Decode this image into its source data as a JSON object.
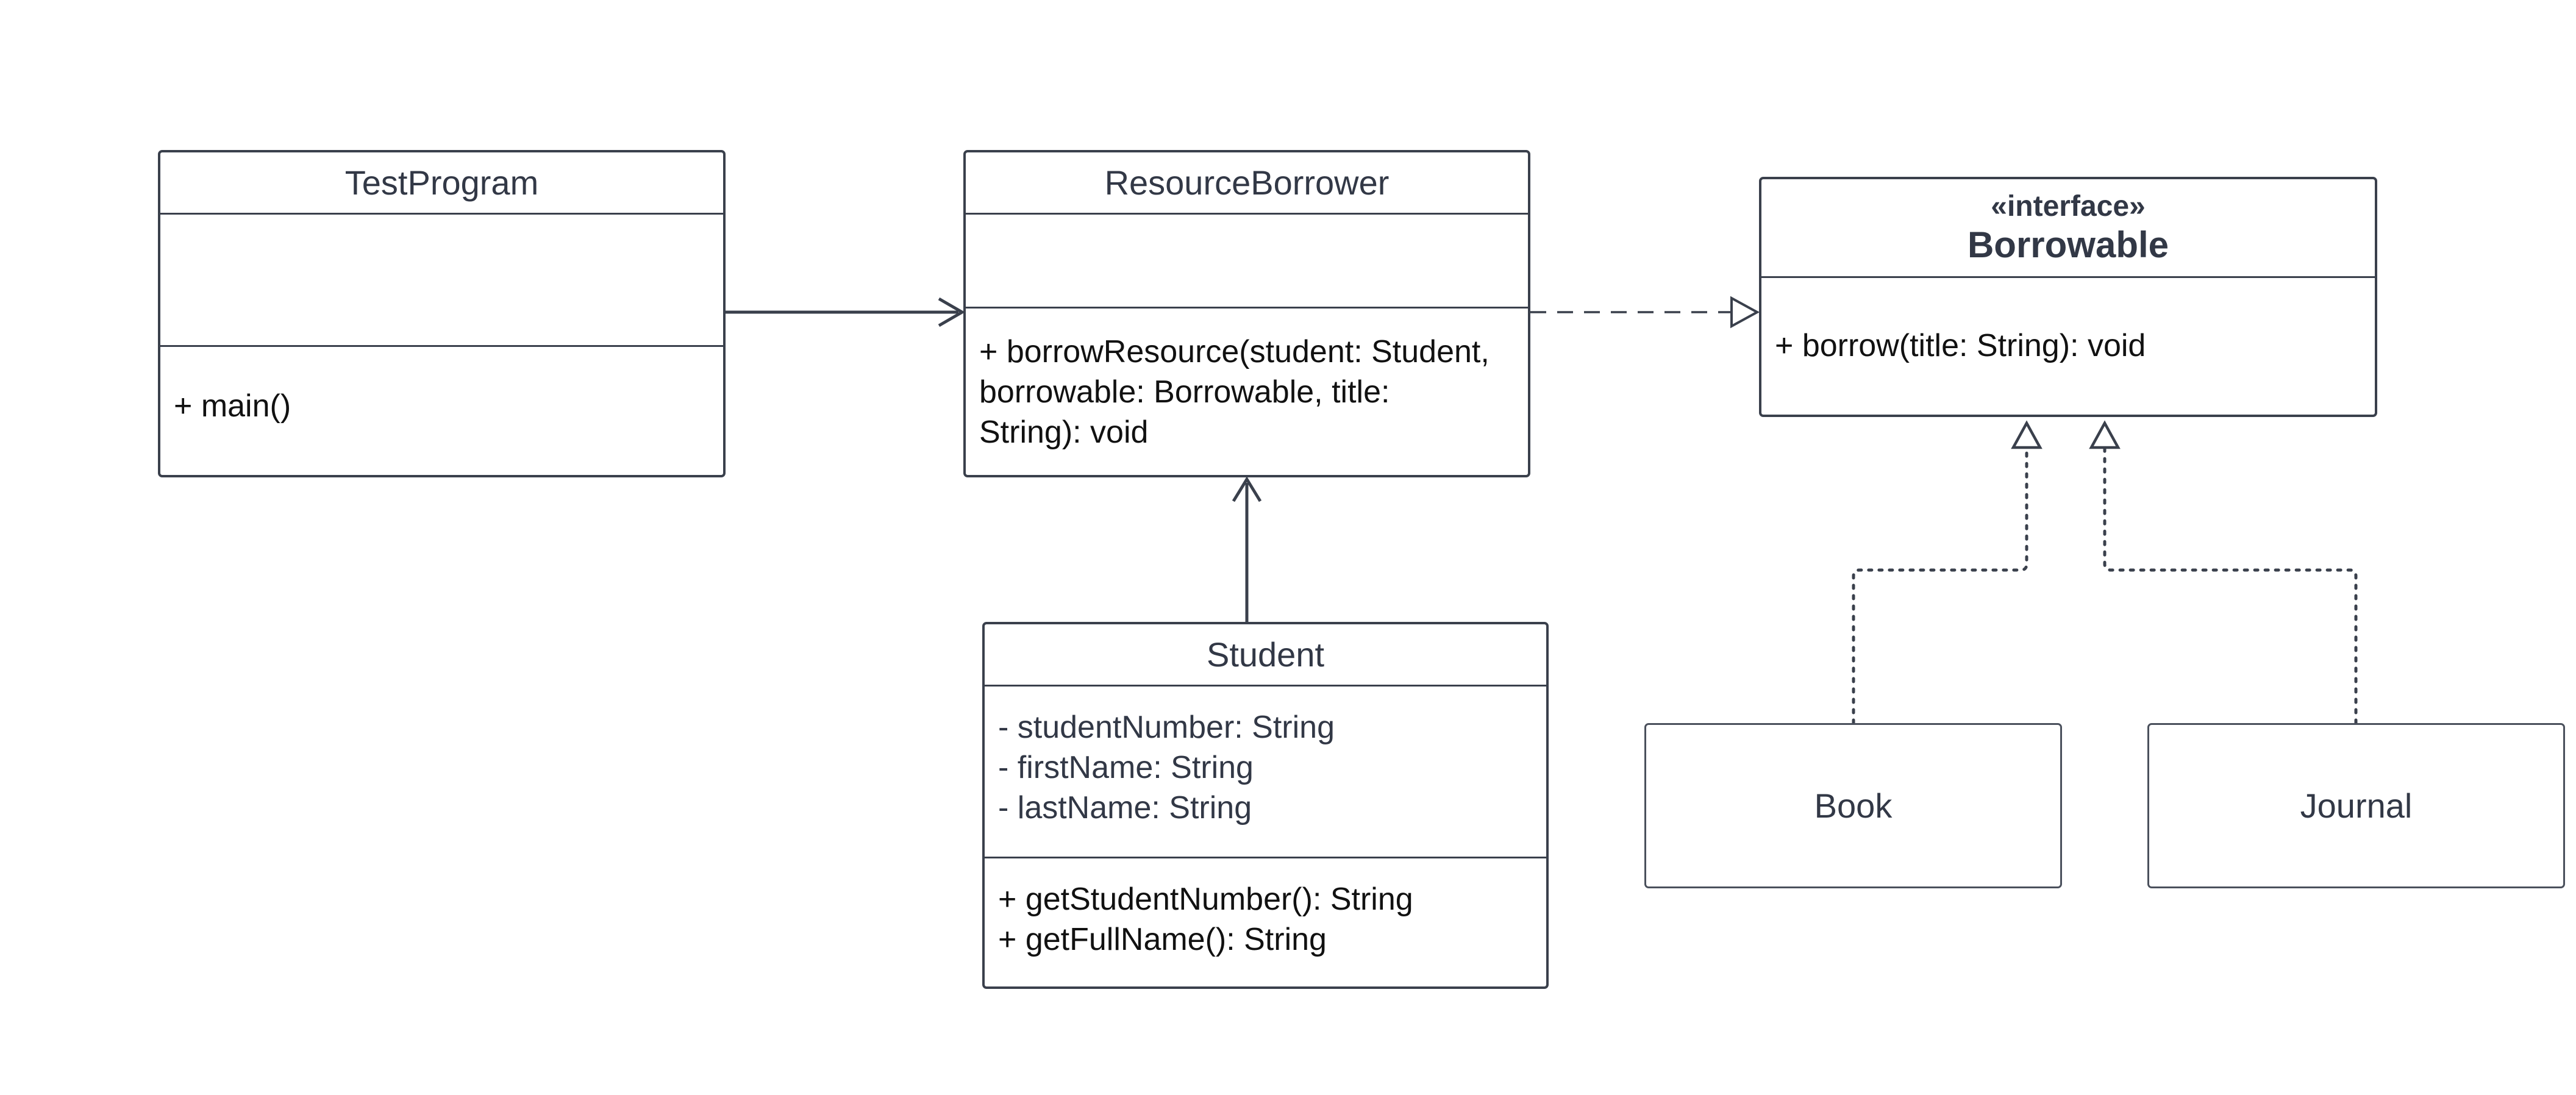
{
  "classes": {
    "test_program": {
      "name": "TestProgram",
      "attributes": [],
      "methods": [
        "+ main()"
      ]
    },
    "resource_borrower": {
      "name": "ResourceBorrower",
      "attributes": [],
      "methods": [
        "+ borrowResource(student: Student,",
        "borrowable: Borrowable, title:",
        "String): void"
      ]
    },
    "student": {
      "name": "Student",
      "attributes": [
        "- studentNumber: String",
        "- firstName: String",
        "- lastName: String"
      ],
      "methods": [
        "+ getStudentNumber(): String",
        "+ getFullName(): String"
      ]
    },
    "borrowable": {
      "stereotype": "«interface»",
      "name": "Borrowable",
      "methods": [
        "+ borrow(title: String): void"
      ]
    },
    "book": {
      "name": "Book"
    },
    "journal": {
      "name": "Journal"
    }
  },
  "relationships": [
    {
      "from": "TestProgram",
      "to": "ResourceBorrower",
      "type": "association"
    },
    {
      "from": "Student",
      "to": "ResourceBorrower",
      "type": "association"
    },
    {
      "from": "ResourceBorrower",
      "to": "Borrowable",
      "type": "dependency"
    },
    {
      "from": "Book",
      "to": "Borrowable",
      "type": "realization"
    },
    {
      "from": "Journal",
      "to": "Borrowable",
      "type": "realization"
    }
  ],
  "colors": {
    "line": "#3a404c",
    "text": "#323846",
    "background": "#ffffff"
  }
}
